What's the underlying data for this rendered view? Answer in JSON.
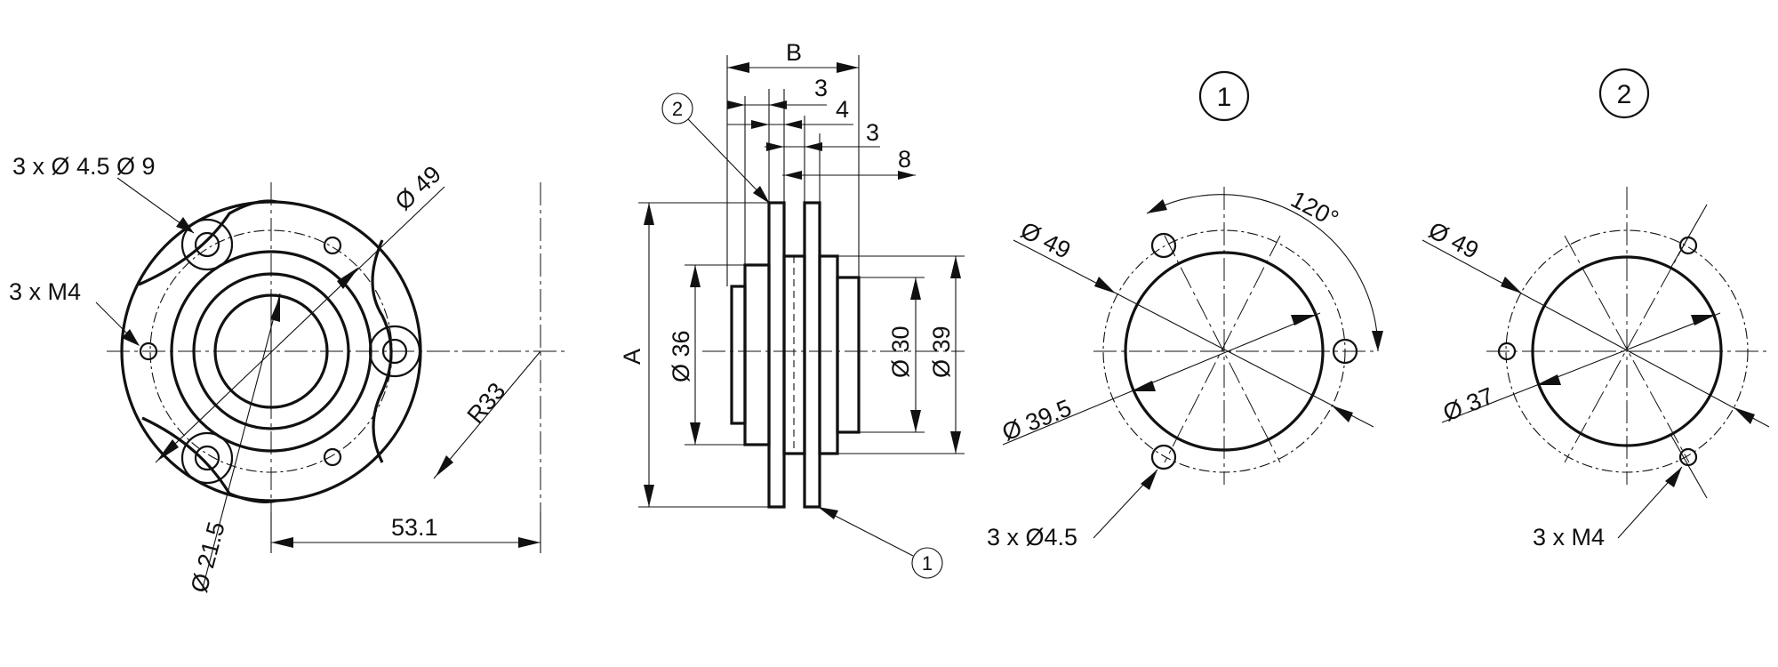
{
  "front_view": {
    "hole_callout_1": "3 x Ø 4.5 Ø 9",
    "hole_callout_2": "3 x M4",
    "pcd_diameter": "Ø 49",
    "bore_diameter": "Ø 21.5",
    "radius": "R33",
    "offset": "53.1"
  },
  "side_view": {
    "flange_height": "A",
    "overall_width": "B",
    "dim_3a": "3",
    "dim_4": "4",
    "dim_3b": "3",
    "dim_8": "8",
    "dia_36": "Ø 36",
    "dia_30": "Ø 30",
    "dia_39": "Ø 39",
    "balloon_1": "1",
    "balloon_2": "2"
  },
  "detail_1": {
    "title": "1",
    "pcd": "Ø 49",
    "angle": "120°",
    "pilot": "Ø 39.5",
    "holes": "3 x Ø4.5"
  },
  "detail_2": {
    "title": "2",
    "pcd": "Ø 49",
    "pilot": "Ø 37",
    "holes": "3 x M4"
  }
}
